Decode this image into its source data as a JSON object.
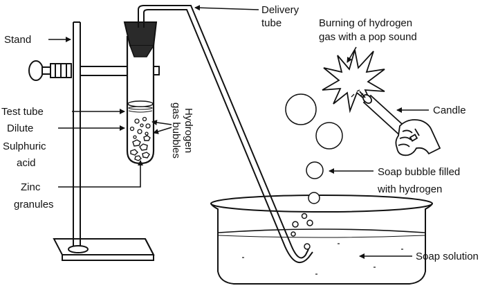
{
  "labels": {
    "stand": "Stand",
    "delivery_tube_line1": "Delivery",
    "delivery_tube_line2": "tube",
    "burning_line1": "Burning of hydrogen",
    "burning_line2": "gas with a pop sound",
    "test_tube": "Test tube",
    "dilute": "Dilute",
    "sulphuric": "Sulphuric",
    "acid": "acid",
    "hydrogen": "Hydrogen",
    "gas_bubbles": "gas bubbles",
    "candle": "Candle",
    "soap_bubble_line1": "Soap bubble filled",
    "soap_bubble_line2": "with hydrogen",
    "zinc": "Zinc",
    "granules": "granules",
    "soap_solution": "Soap solution"
  },
  "colors": {
    "ink": "#111111",
    "stopper": "#2a2a2a",
    "background": "#ffffff"
  }
}
